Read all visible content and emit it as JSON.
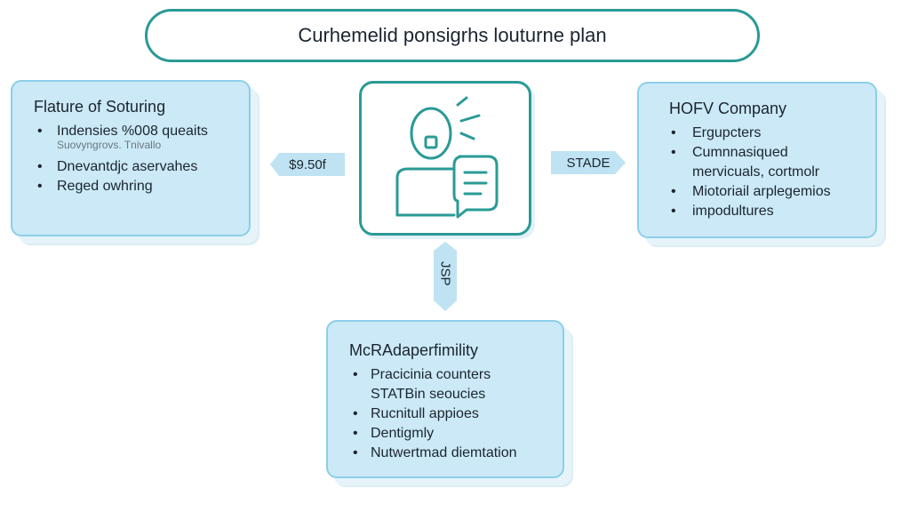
{
  "title": "Curhemelid ponsigrhs louturne plan",
  "left_card": {
    "heading": "Flature of Soturing",
    "items": [
      "Indensies %008 queaits",
      "Suovyngrovs. Tnivallo",
      "Dnevantdjc aservahes",
      "Reged owhring"
    ]
  },
  "right_card": {
    "heading": "HOFV Company",
    "items": [
      "Ergupcters",
      "Cumnnasiqued",
      "mervicuals, cortmolr",
      "Miotoriail arplegemios",
      "impodultures"
    ]
  },
  "bottom_card": {
    "heading": "McRAdaperfimility",
    "items": [
      "Pracicinia counters",
      "STATBin seoucies",
      "Rucnitull appioes",
      "Dentigmly",
      "Nutwertmad diemtation"
    ]
  },
  "arrows": {
    "left_label": "$9.50f",
    "right_label": "STADE",
    "down_label": "JSP"
  },
  "center_icon": "person-with-chat-bubble-icon",
  "colors": {
    "accent": "#2a9a96",
    "card_fill": "#cbe9f6",
    "card_border": "#8ccfe8",
    "arrow_fill": "#bfe3f2"
  }
}
